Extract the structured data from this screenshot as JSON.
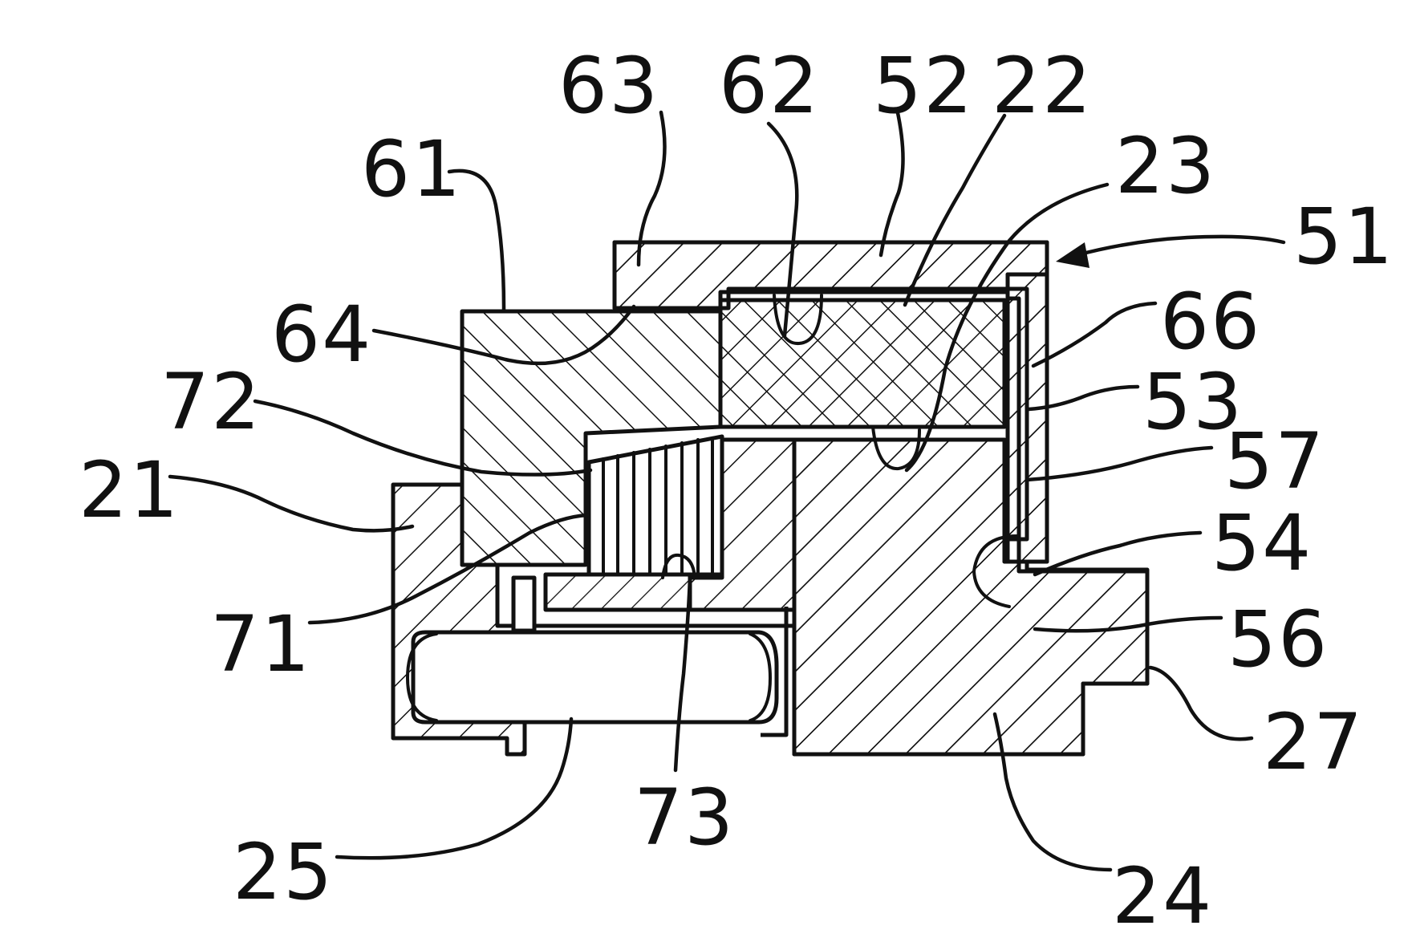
{
  "figure": {
    "reference_numerals": {
      "r21": "21",
      "r22": "22",
      "r23": "23",
      "r24": "24",
      "r25": "25",
      "r27": "27",
      "r51": "51",
      "r52": "52",
      "r53": "53",
      "r54": "54",
      "r56": "56",
      "r57": "57",
      "r61": "61",
      "r62": "62",
      "r63": "63",
      "r64": "64",
      "r66": "66",
      "r71": "71",
      "r72": "72",
      "r73": "73"
    }
  }
}
